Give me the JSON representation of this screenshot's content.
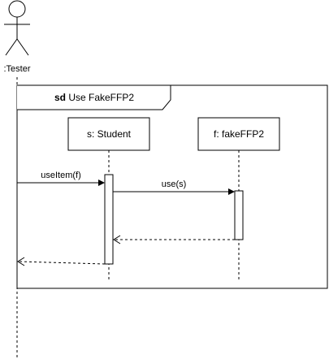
{
  "diagram": {
    "actor": {
      "label": ":Tester"
    },
    "frame": {
      "keyword": "sd",
      "title": "Use FakeFFP2"
    },
    "lifelines": [
      {
        "label": "s: Student"
      },
      {
        "label": "f: fakeFFP2"
      }
    ],
    "messages": [
      {
        "label": "useItem(f)",
        "type": "sync"
      },
      {
        "label": "use(s)",
        "type": "sync"
      },
      {
        "label": "",
        "type": "return"
      },
      {
        "label": "",
        "type": "return"
      }
    ]
  },
  "colors": {
    "stroke": "#000000",
    "background": "#ffffff"
  }
}
